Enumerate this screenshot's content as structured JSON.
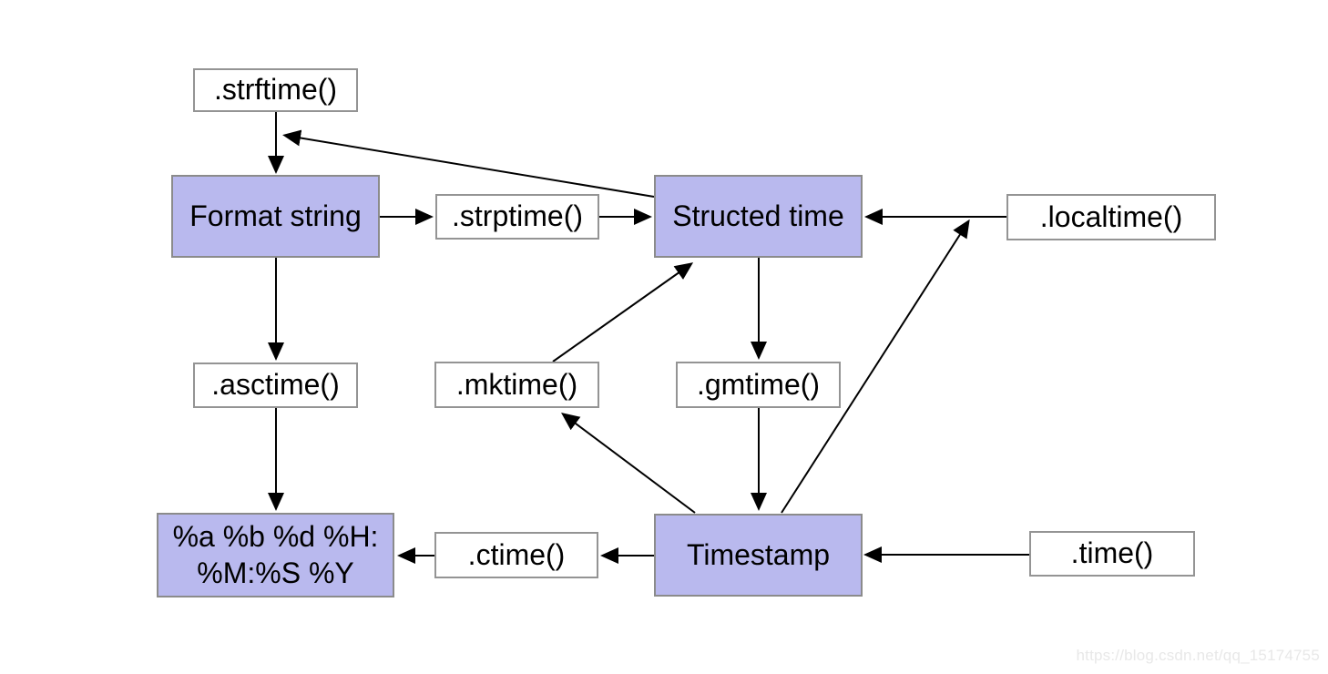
{
  "diagram": {
    "nodes": {
      "strftime": {
        "label": ".strftime()",
        "type": "function"
      },
      "format_string": {
        "label": "Format string",
        "type": "entity"
      },
      "strptime": {
        "label": ".strptime()",
        "type": "function"
      },
      "structed_time": {
        "label": "Structed time",
        "type": "entity"
      },
      "localtime": {
        "label": ".localtime()",
        "type": "function"
      },
      "asctime": {
        "label": ".asctime()",
        "type": "function"
      },
      "mktime": {
        "label": ".mktime()",
        "type": "function"
      },
      "gmtime": {
        "label": ".gmtime()",
        "type": "function"
      },
      "format_example": {
        "label": "%a %b %d %H:%M:%S %Y",
        "lines": [
          "%a %b %d %H:",
          "%M:%S %Y"
        ],
        "type": "entity"
      },
      "ctime": {
        "label": ".ctime()",
        "type": "function"
      },
      "timestamp": {
        "label": "Timestamp",
        "type": "entity"
      },
      "time": {
        "label": ".time()",
        "type": "function"
      }
    },
    "edges": [
      {
        "from": "strftime",
        "to": "format_string"
      },
      {
        "from": "structed_time",
        "to": "strftime"
      },
      {
        "from": "format_string",
        "to": "strptime"
      },
      {
        "from": "strptime",
        "to": "structed_time"
      },
      {
        "from": "localtime",
        "to": "structed_time"
      },
      {
        "from": "timestamp",
        "to": "localtime"
      },
      {
        "from": "format_string",
        "to": "asctime"
      },
      {
        "from": "asctime",
        "to": "format_example"
      },
      {
        "from": "mktime",
        "to": "structed_time"
      },
      {
        "from": "structed_time",
        "to": "gmtime"
      },
      {
        "from": "gmtime",
        "to": "timestamp"
      },
      {
        "from": "timestamp",
        "to": "mktime"
      },
      {
        "from": "timestamp",
        "to": "ctime"
      },
      {
        "from": "ctime",
        "to": "format_example"
      },
      {
        "from": "time",
        "to": "timestamp"
      }
    ],
    "colors": {
      "entity_fill": "#b9b9ee",
      "entity_border": "#8b8b8b",
      "function_fill": "#ffffff",
      "function_border": "#949494",
      "arrow": "#000000",
      "background": "#ffffff"
    }
  },
  "watermark": {
    "text": "https://blog.csdn.net/qq_15174755"
  }
}
